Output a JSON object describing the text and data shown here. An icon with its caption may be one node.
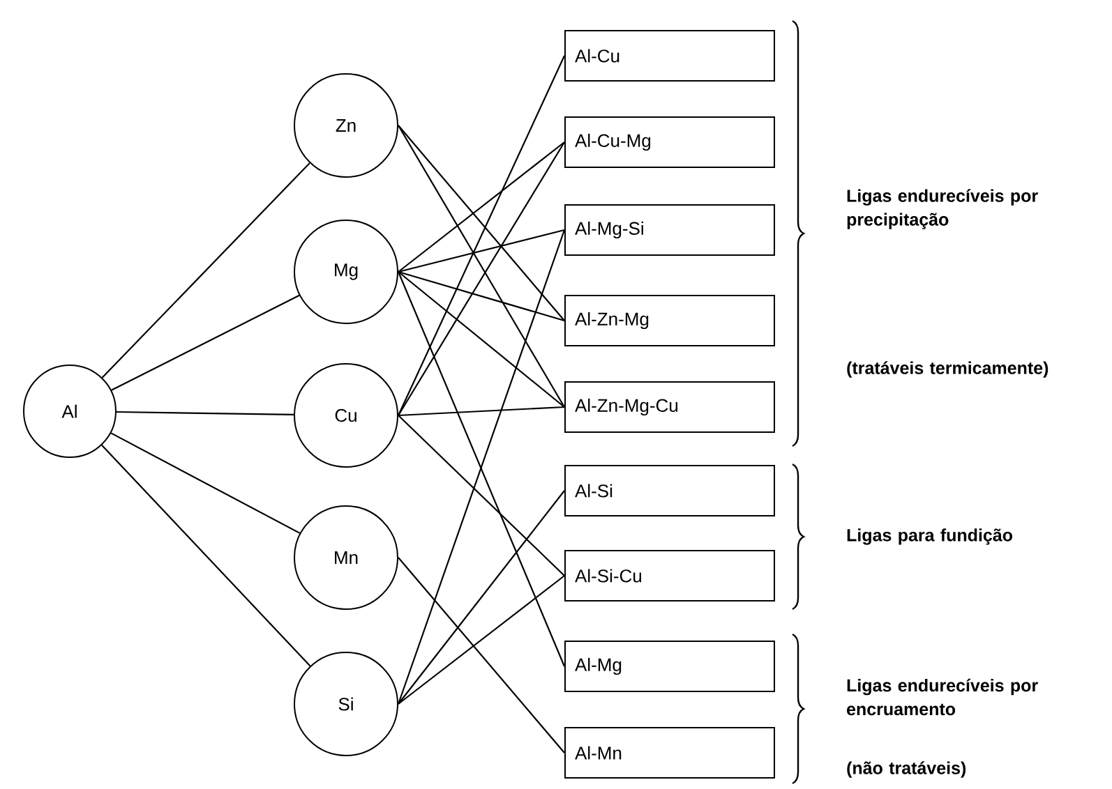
{
  "diagram": {
    "nodes": [
      {
        "text": [
          "Al"
        ]
      },
      {
        "text": [
          "Zn"
        ]
      },
      {
        "text": [
          "Mg"
        ]
      },
      {
        "text": [
          "Cu"
        ]
      },
      {
        "text": [
          "Mn"
        ]
      },
      {
        "text": [
          "Si"
        ]
      },
      {
        "text": [
          "Al-Cu"
        ]
      },
      {
        "text": [
          "Al-Cu-Mg"
        ]
      },
      {
        "text": [
          "Al-Mg-Si"
        ]
      },
      {
        "text": [
          "Al-Zn-Mg"
        ]
      },
      {
        "text": [
          "Al-Zn-Mg-Cu"
        ]
      },
      {
        "text": [
          "Al-Si"
        ]
      },
      {
        "text": [
          "Al-Si-Cu"
        ]
      },
      {
        "text": [
          "Al-Mg"
        ]
      },
      {
        "text": [
          "Al-Mn"
        ]
      }
    ],
    "edges": [
      {
        "from": 0,
        "to": 1,
        "arrow": "none"
      },
      {
        "from": 0,
        "to": 2,
        "arrow": "none"
      },
      {
        "from": 0,
        "to": 3,
        "arrow": "none"
      },
      {
        "from": 0,
        "to": 4,
        "arrow": "none"
      },
      {
        "from": 0,
        "to": 5,
        "arrow": "none"
      },
      {
        "from": 1,
        "to": 9,
        "arrow": "none"
      },
      {
        "from": 1,
        "to": 10,
        "arrow": "none"
      },
      {
        "from": 2,
        "to": 7,
        "arrow": "none"
      },
      {
        "from": 2,
        "to": 8,
        "arrow": "none"
      },
      {
        "from": 2,
        "to": 9,
        "arrow": "none"
      },
      {
        "from": 2,
        "to": 10,
        "arrow": "none"
      },
      {
        "from": 2,
        "to": 13,
        "arrow": "none"
      },
      {
        "from": 3,
        "to": 6,
        "arrow": "none"
      },
      {
        "from": 3,
        "to": 7,
        "arrow": "none"
      },
      {
        "from": 3,
        "to": 10,
        "arrow": "none"
      },
      {
        "from": 3,
        "to": 12,
        "arrow": "none"
      },
      {
        "from": 4,
        "to": 14,
        "arrow": "none"
      },
      {
        "from": 5,
        "to": 8,
        "arrow": "none"
      },
      {
        "from": 5,
        "to": 11,
        "arrow": "none"
      },
      {
        "from": 5,
        "to": 12,
        "arrow": "none"
      }
    ],
    "labels": [
      "Ligas endurecíveis por precipitação",
      "(tratáveis termicamente)",
      "Ligas para fundição",
      "Ligas endurecíveis por encruamento",
      "(não tratáveis)"
    ]
  }
}
